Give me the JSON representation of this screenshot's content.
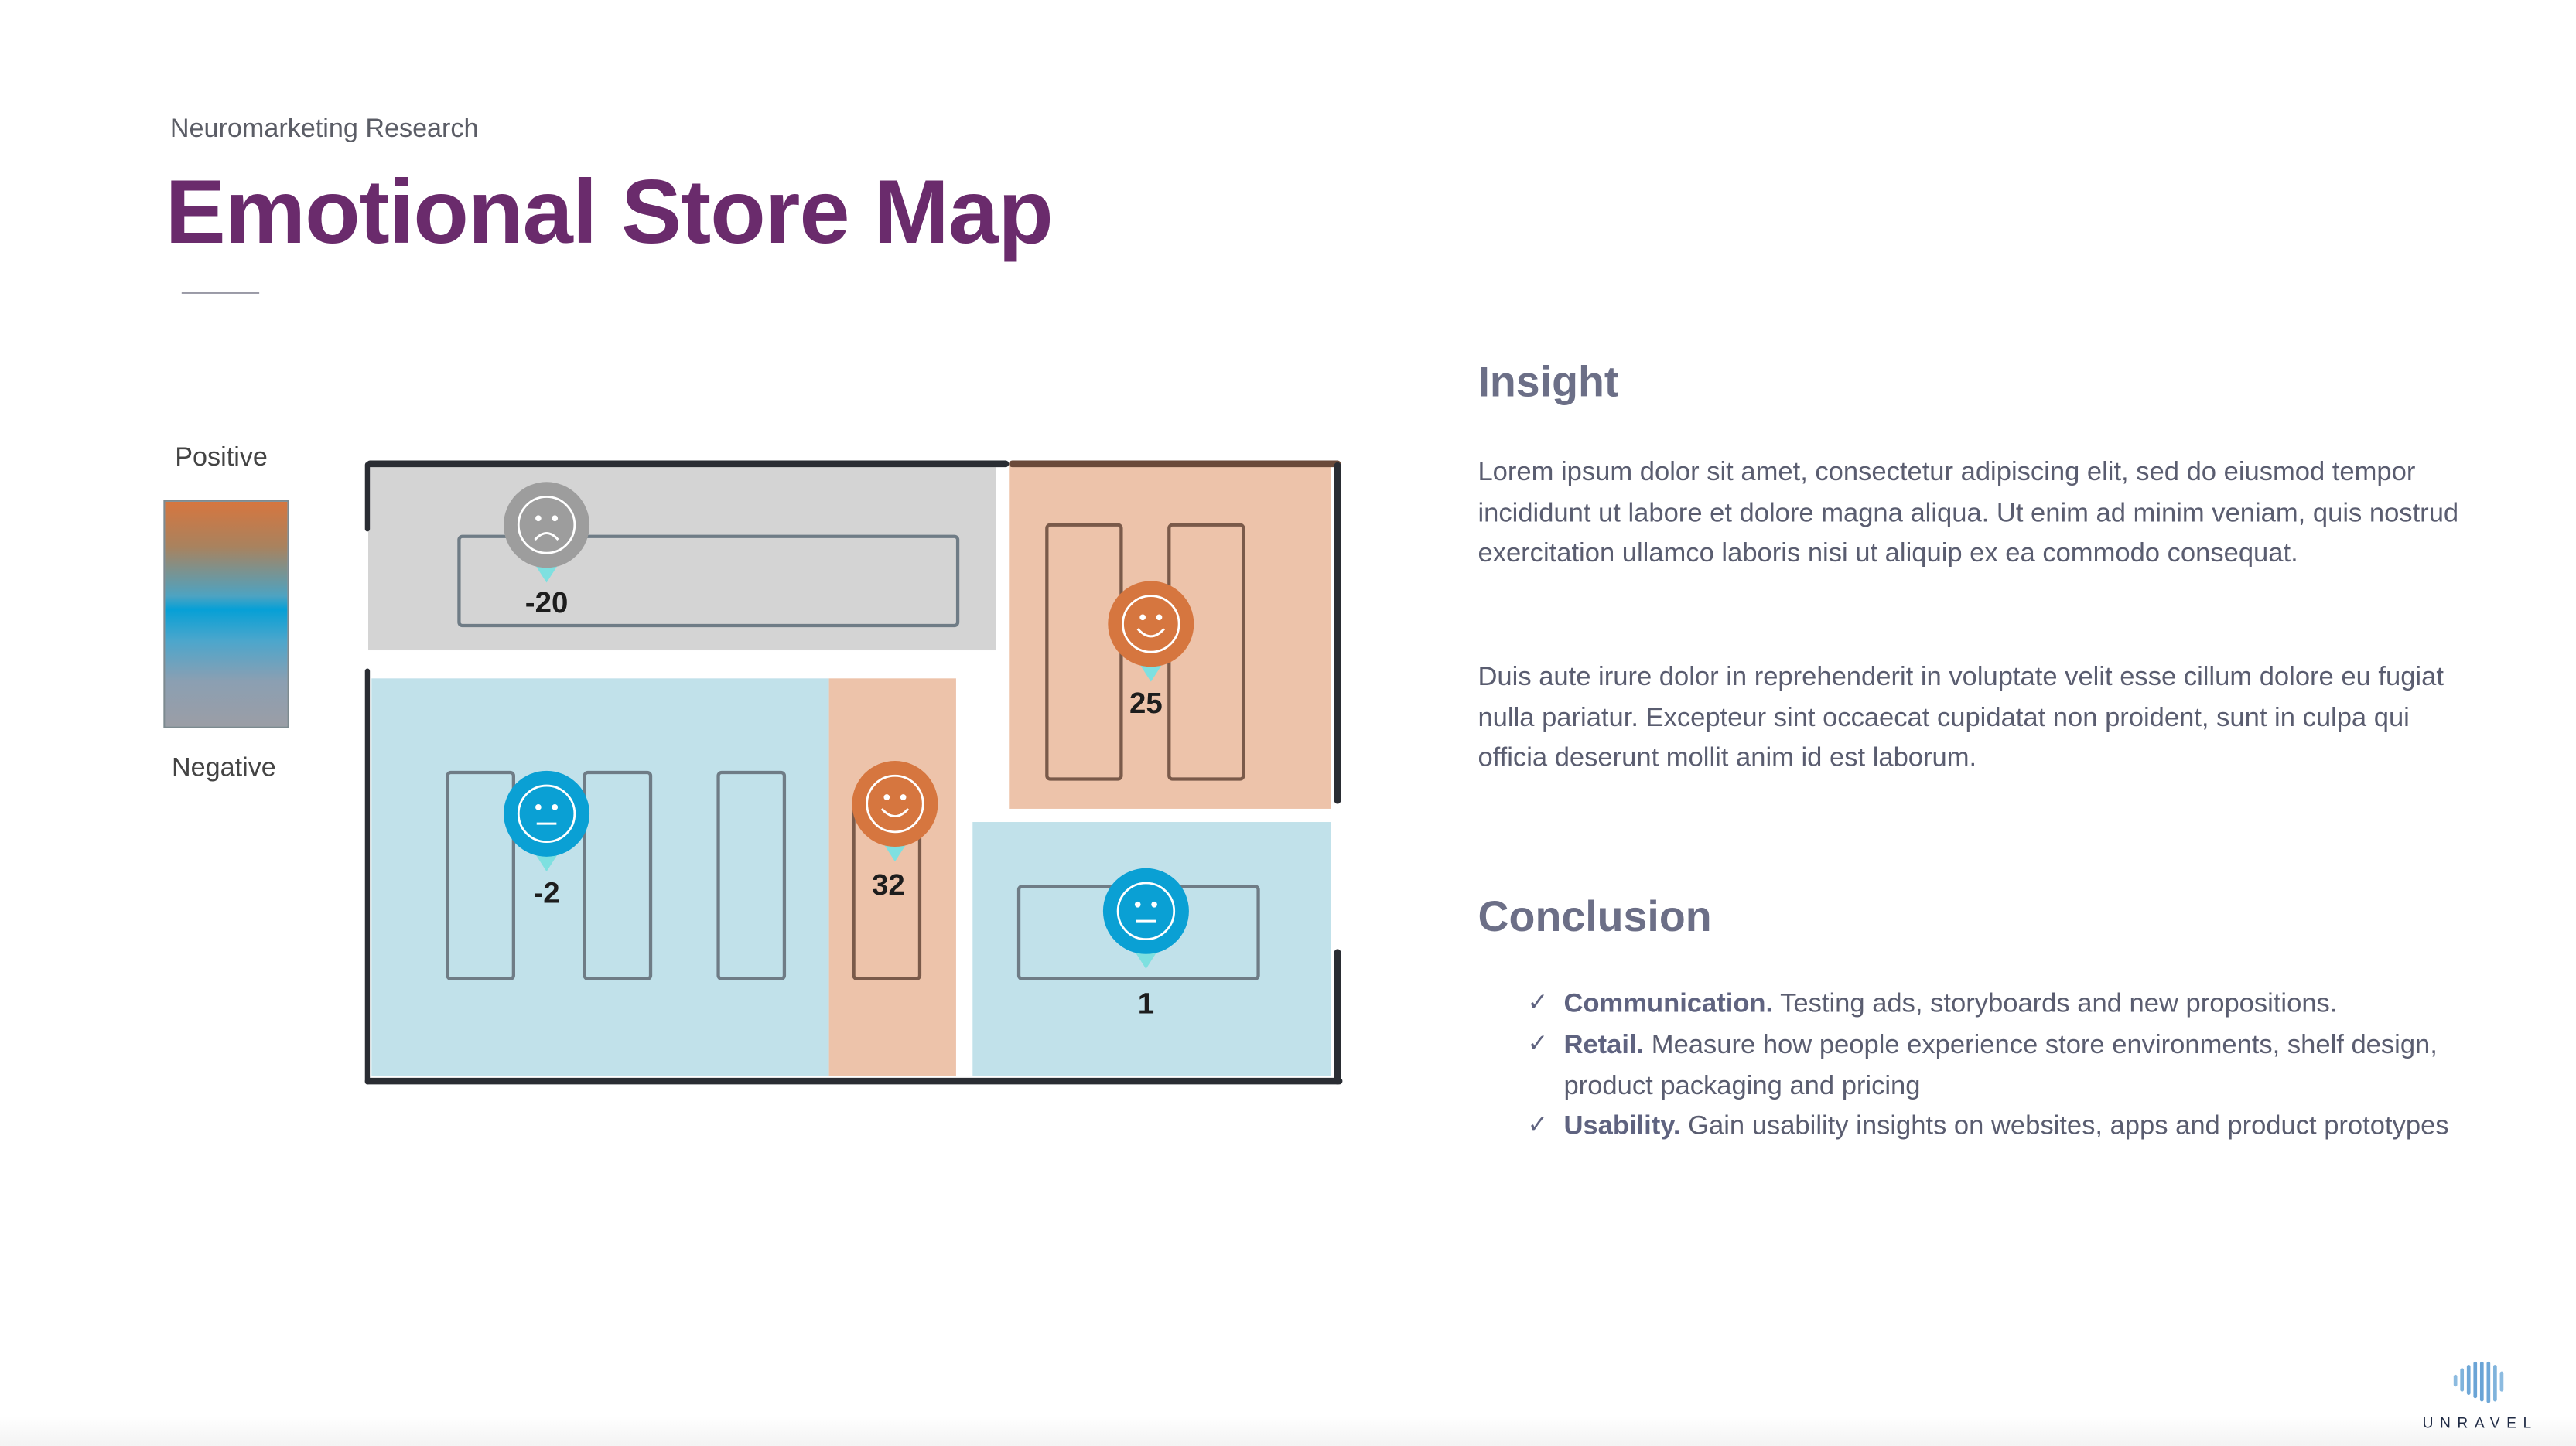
{
  "header": {
    "subtitle": "Neuromarketing Research",
    "title": "Emotional Store Map"
  },
  "legend": {
    "positive": "Positive",
    "negative": "Negative",
    "colors": {
      "positive": "#d6763f",
      "neutral": "#06a0d6",
      "negative": "#9b9ea6"
    }
  },
  "map": {
    "zones": [
      {
        "name": "top-left",
        "score": "-20",
        "mood": "sad",
        "color": "#9d9d9d"
      },
      {
        "name": "top-right",
        "score": "25",
        "mood": "happy",
        "color": "#d6763f"
      },
      {
        "name": "bottom-left",
        "score": "-2",
        "mood": "neutral",
        "color": "#0aa0d4"
      },
      {
        "name": "bottom-middle",
        "score": "32",
        "mood": "happy",
        "color": "#d6763f"
      },
      {
        "name": "bottom-right",
        "score": "1",
        "mood": "neutral",
        "color": "#0aa0d4"
      }
    ]
  },
  "insight": {
    "heading": "Insight",
    "p1": "Lorem ipsum dolor sit amet, consectetur adipiscing elit, sed do eiusmod tempor incididunt ut labore et dolore magna aliqua. Ut enim ad minim veniam, quis nostrud exercitation ullamco laboris nisi ut aliquip ex ea commodo consequat.",
    "p2": "Duis aute irure dolor in reprehenderit in voluptate velit esse cillum dolore eu fugiat nulla pariatur. Excepteur sint occaecat cupidatat non proident, sunt in culpa qui officia deserunt mollit anim id est laborum."
  },
  "conclusion": {
    "heading": "Conclusion",
    "check": "✓",
    "items": [
      {
        "bold": "Communication.",
        "text": " Testing ads, storyboards and new propositions."
      },
      {
        "bold": "Retail.",
        "text": " Measure how people experience store environments, shelf design, product packaging and pricing"
      },
      {
        "bold": "Usability.",
        "text": " Gain usability insights on websites, apps and product prototypes"
      }
    ]
  },
  "logo": {
    "text": "UNRAVEL"
  }
}
